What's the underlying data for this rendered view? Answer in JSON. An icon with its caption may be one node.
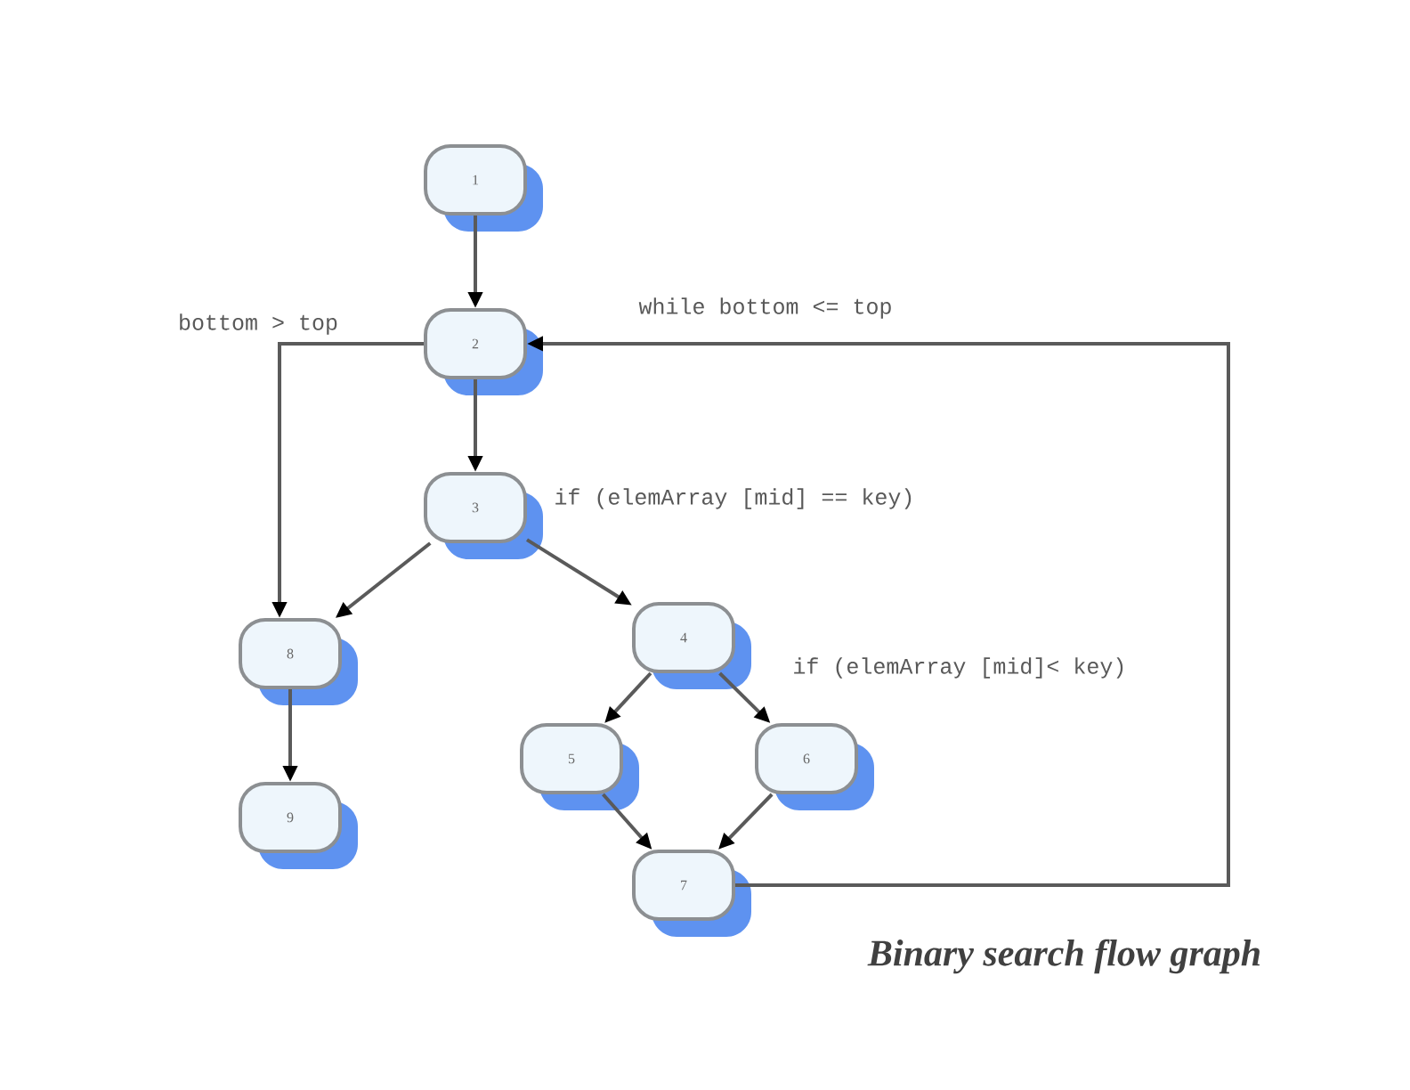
{
  "diagram": {
    "caption": "Binary search flow graph",
    "nodes": [
      {
        "text": [
          "1"
        ]
      },
      {
        "text": [
          "2"
        ]
      },
      {
        "text": [
          "3"
        ],
        "beside": [
          "if (elemArray [mid] == key)"
        ]
      },
      {
        "text": [
          "4"
        ],
        "beside": [
          "if (elemArray [mid]< key)"
        ]
      },
      {
        "text": [
          "5"
        ]
      },
      {
        "text": [
          "6"
        ]
      },
      {
        "text": [
          "7"
        ]
      },
      {
        "text": [
          "8"
        ]
      },
      {
        "text": [
          "9"
        ]
      }
    ],
    "edges": [
      {
        "from": 0,
        "to": 1,
        "arrow": "to"
      },
      {
        "from": 1,
        "to": 2,
        "arrow": "to"
      },
      {
        "from": 1,
        "to": 7,
        "arrow": "to",
        "label": "bottom > top"
      },
      {
        "from": 2,
        "to": 7,
        "arrow": "to"
      },
      {
        "from": 2,
        "to": 3,
        "arrow": "to"
      },
      {
        "from": 3,
        "to": 4,
        "arrow": "to"
      },
      {
        "from": 3,
        "to": 5,
        "arrow": "to"
      },
      {
        "from": 4,
        "to": 6,
        "arrow": "to"
      },
      {
        "from": 5,
        "to": 6,
        "arrow": "to"
      },
      {
        "from": 6,
        "to": 1,
        "arrow": "to",
        "label": "while bottom <= top"
      },
      {
        "from": 7,
        "to": 8,
        "arrow": "to"
      }
    ]
  }
}
